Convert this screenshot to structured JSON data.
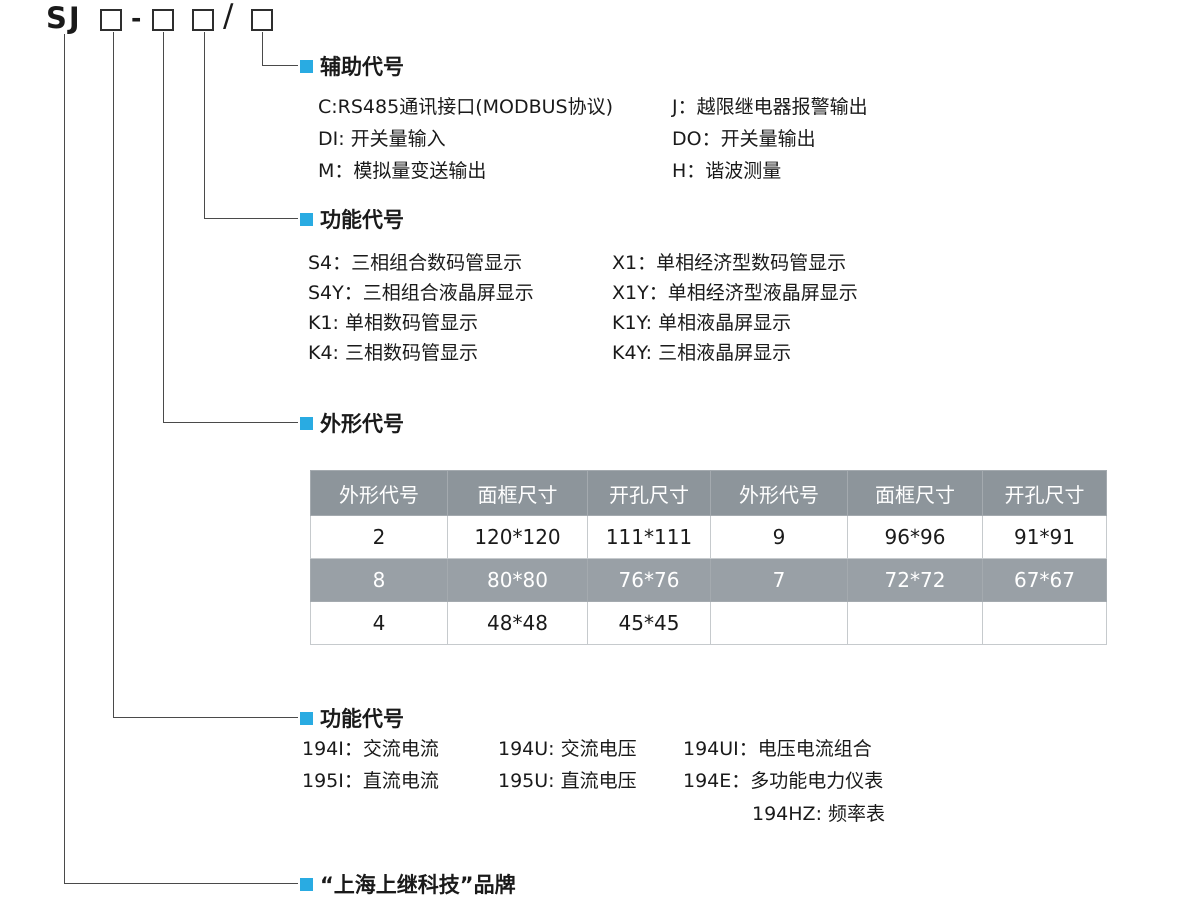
{
  "model": {
    "prefix": "SJ",
    "separator_dash": "-",
    "separator_slash": "/"
  },
  "sections": {
    "auxiliary": {
      "title": "辅助代号",
      "items_left": [
        "C:RS485通讯接口(MODBUS协议)",
        "DI: 开关量输入",
        "M：模拟量变送输出"
      ],
      "items_right": [
        "J：越限继电器报警输出",
        "DO：开关量输出",
        "H：谐波测量"
      ]
    },
    "function_display": {
      "title": "功能代号",
      "items_left": [
        "S4：三相组合数码管显示",
        "S4Y：三相组合液晶屏显示",
        "K1: 单相数码管显示",
        "K4: 三相数码管显示"
      ],
      "items_right": [
        "X1：单相经济型数码管显示",
        "X1Y：单相经济型液晶屏显示",
        "K1Y: 单相液晶屏显示",
        "K4Y: 三相液晶屏显示"
      ]
    },
    "shape": {
      "title": "外形代号",
      "table": {
        "headers": [
          "外形代号",
          "面框尺寸",
          "开孔尺寸",
          "外形代号",
          "面框尺寸",
          "开孔尺寸"
        ],
        "rows": [
          [
            "2",
            "120*120",
            "111*111",
            "9",
            "96*96",
            "91*91"
          ],
          [
            "8",
            "80*80",
            "76*76",
            "7",
            "72*72",
            "67*67"
          ],
          [
            "4",
            "48*48",
            "45*45",
            "",
            "",
            ""
          ]
        ]
      }
    },
    "function_type": {
      "title": "功能代号",
      "col1": [
        "194I：交流电流",
        "195I：直流电流"
      ],
      "col2": [
        "194U: 交流电压",
        "195U: 直流电压"
      ],
      "col3": [
        "194UI：电压电流组合",
        "194E：多功能电力仪表"
      ],
      "extra": "194HZ: 频率表"
    },
    "brand": {
      "title": "“上海上继科技”品牌"
    }
  },
  "colors": {
    "accent": "#29abe2",
    "line": "#4a4a4a",
    "table_header_bg": "#8d959b",
    "table_alt_row_bg": "#99a0a6"
  }
}
